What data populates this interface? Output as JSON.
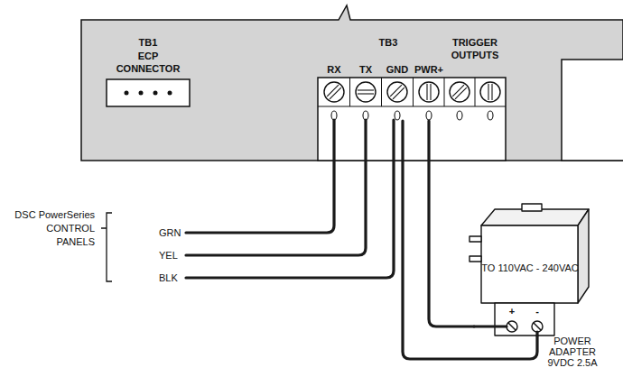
{
  "diagram": {
    "nodes": [
      {
        "text": [
          "TB1",
          "ECP CONNECTOR"
        ]
      },
      {
        "text": [
          "TB3"
        ]
      },
      {
        "text": [
          "RX"
        ],
        "in": 1
      },
      {
        "text": [
          "TX"
        ],
        "in": 1
      },
      {
        "text": [
          "GND"
        ],
        "in": 1
      },
      {
        "text": [
          "PWR+"
        ],
        "in": 1
      },
      {
        "text": [
          "TRIGGER OUTPUTS"
        ],
        "in": 1
      },
      {
        "text": [
          "TO 110VAC - 240VAC",
          "+",
          "-",
          "POWER ADAPTER 9VDC 2.5A"
        ]
      }
    ],
    "edges": [
      {
        "from": 5,
        "to": 7,
        "arrow": "none"
      },
      {
        "from": 4,
        "to": 7,
        "arrow": "none"
      }
    ],
    "labels": [
      "DSC PowerSeries CONTROL PANELS",
      "GRN",
      "YEL",
      "BLK"
    ]
  }
}
